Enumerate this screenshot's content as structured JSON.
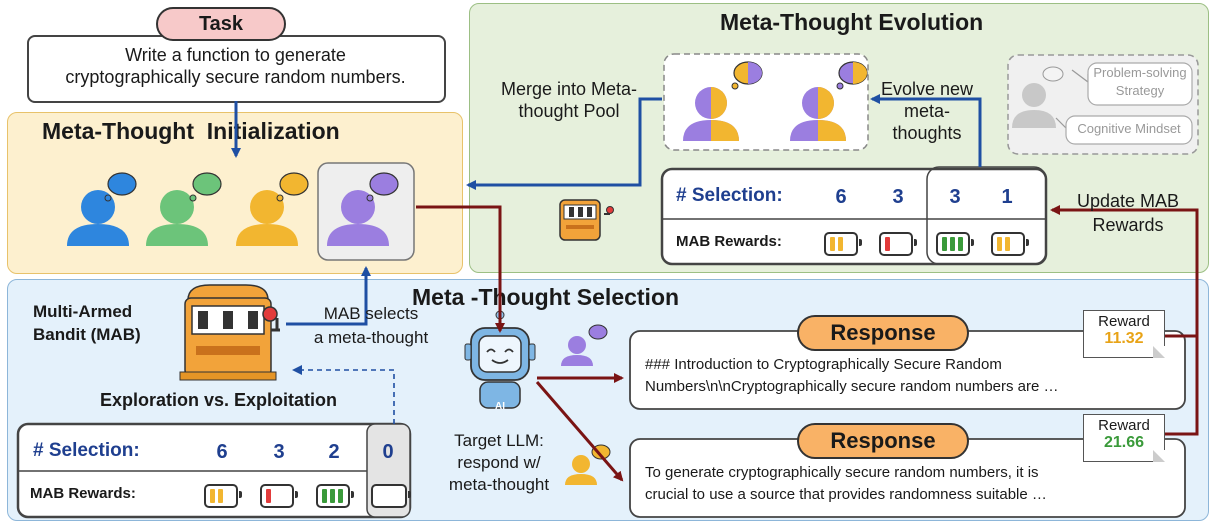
{
  "task": {
    "tag": "Task",
    "text_line1": "Write a function to generate",
    "text_line2": "cryptographically secure random numbers."
  },
  "init": {
    "title": "Meta-Thought  Initialization"
  },
  "evolution": {
    "title": "Meta-Thought Evolution",
    "merge_line1": "Merge into Meta-",
    "merge_line2": "thought Pool",
    "evolve_line1": "Evolve new",
    "evolve_line2": "meta-",
    "evolve_line3": "thoughts",
    "legend_strategy_line1": "Problem-solving",
    "legend_strategy_line2": "Strategy",
    "legend_mindset": "Cognitive Mindset",
    "selection_label": "# Selection:",
    "selection_values": [
      "6",
      "3",
      "3",
      "1"
    ],
    "rewards_label": "MAB Rewards:",
    "update_line1": "Update MAB",
    "update_line2": "Rewards"
  },
  "selection": {
    "title": "Meta -Thought Selection",
    "mab_line1": "Multi-Armed",
    "mab_line2": "Bandit (MAB)",
    "mab_selects_line1": "MAB selects",
    "mab_selects_line2": "a meta-thought",
    "explore": "Exploration vs. Exploitation",
    "selection_label": "# Selection:",
    "selection_values": [
      "6",
      "3",
      "2",
      "0"
    ],
    "rewards_label": "MAB Rewards:",
    "llm_line1": "Target LLM:",
    "llm_line2": "respond w/",
    "llm_line3": "meta-thought",
    "robot_badge": "AI"
  },
  "responses": [
    {
      "label": "Response",
      "line1": "### Introduction to Cryptographically Secure Random",
      "line2": "Numbers\\n\\nCryptographically secure random numbers are …",
      "reward_label": "Reward",
      "reward_value": "11.32"
    },
    {
      "label": "Response",
      "line1": "To generate cryptographically secure random numbers, it is",
      "line2": "crucial to use a source that provides randomness suitable …",
      "reward_label": "Reward",
      "reward_value": "21.66"
    }
  ],
  "colors": {
    "init_bg": "#fdf0cf",
    "init_border": "#e8c26a",
    "evo_bg": "#e6f0dc",
    "evo_border": "#9cbf84",
    "sel_bg": "#e4f1fb",
    "sel_border": "#8db6d9",
    "blue_arrow": "#1f4fa3",
    "red_arrow": "#7a1414",
    "person_blue": "#2e86de",
    "person_green": "#6cc47a",
    "person_yellow": "#f2b630",
    "person_purple": "#9b7ee0",
    "reward_orange": "#e8a317",
    "reward_green": "#3a9a3a",
    "response_pill": "#f9b266",
    "task_pill": "#f7c9c9"
  },
  "icons": [
    "person-blue-icon",
    "person-green-icon",
    "person-yellow-icon",
    "person-purple-icon",
    "thought-bubble-icon",
    "slot-machine-icon",
    "robot-icon",
    "battery-icon"
  ]
}
